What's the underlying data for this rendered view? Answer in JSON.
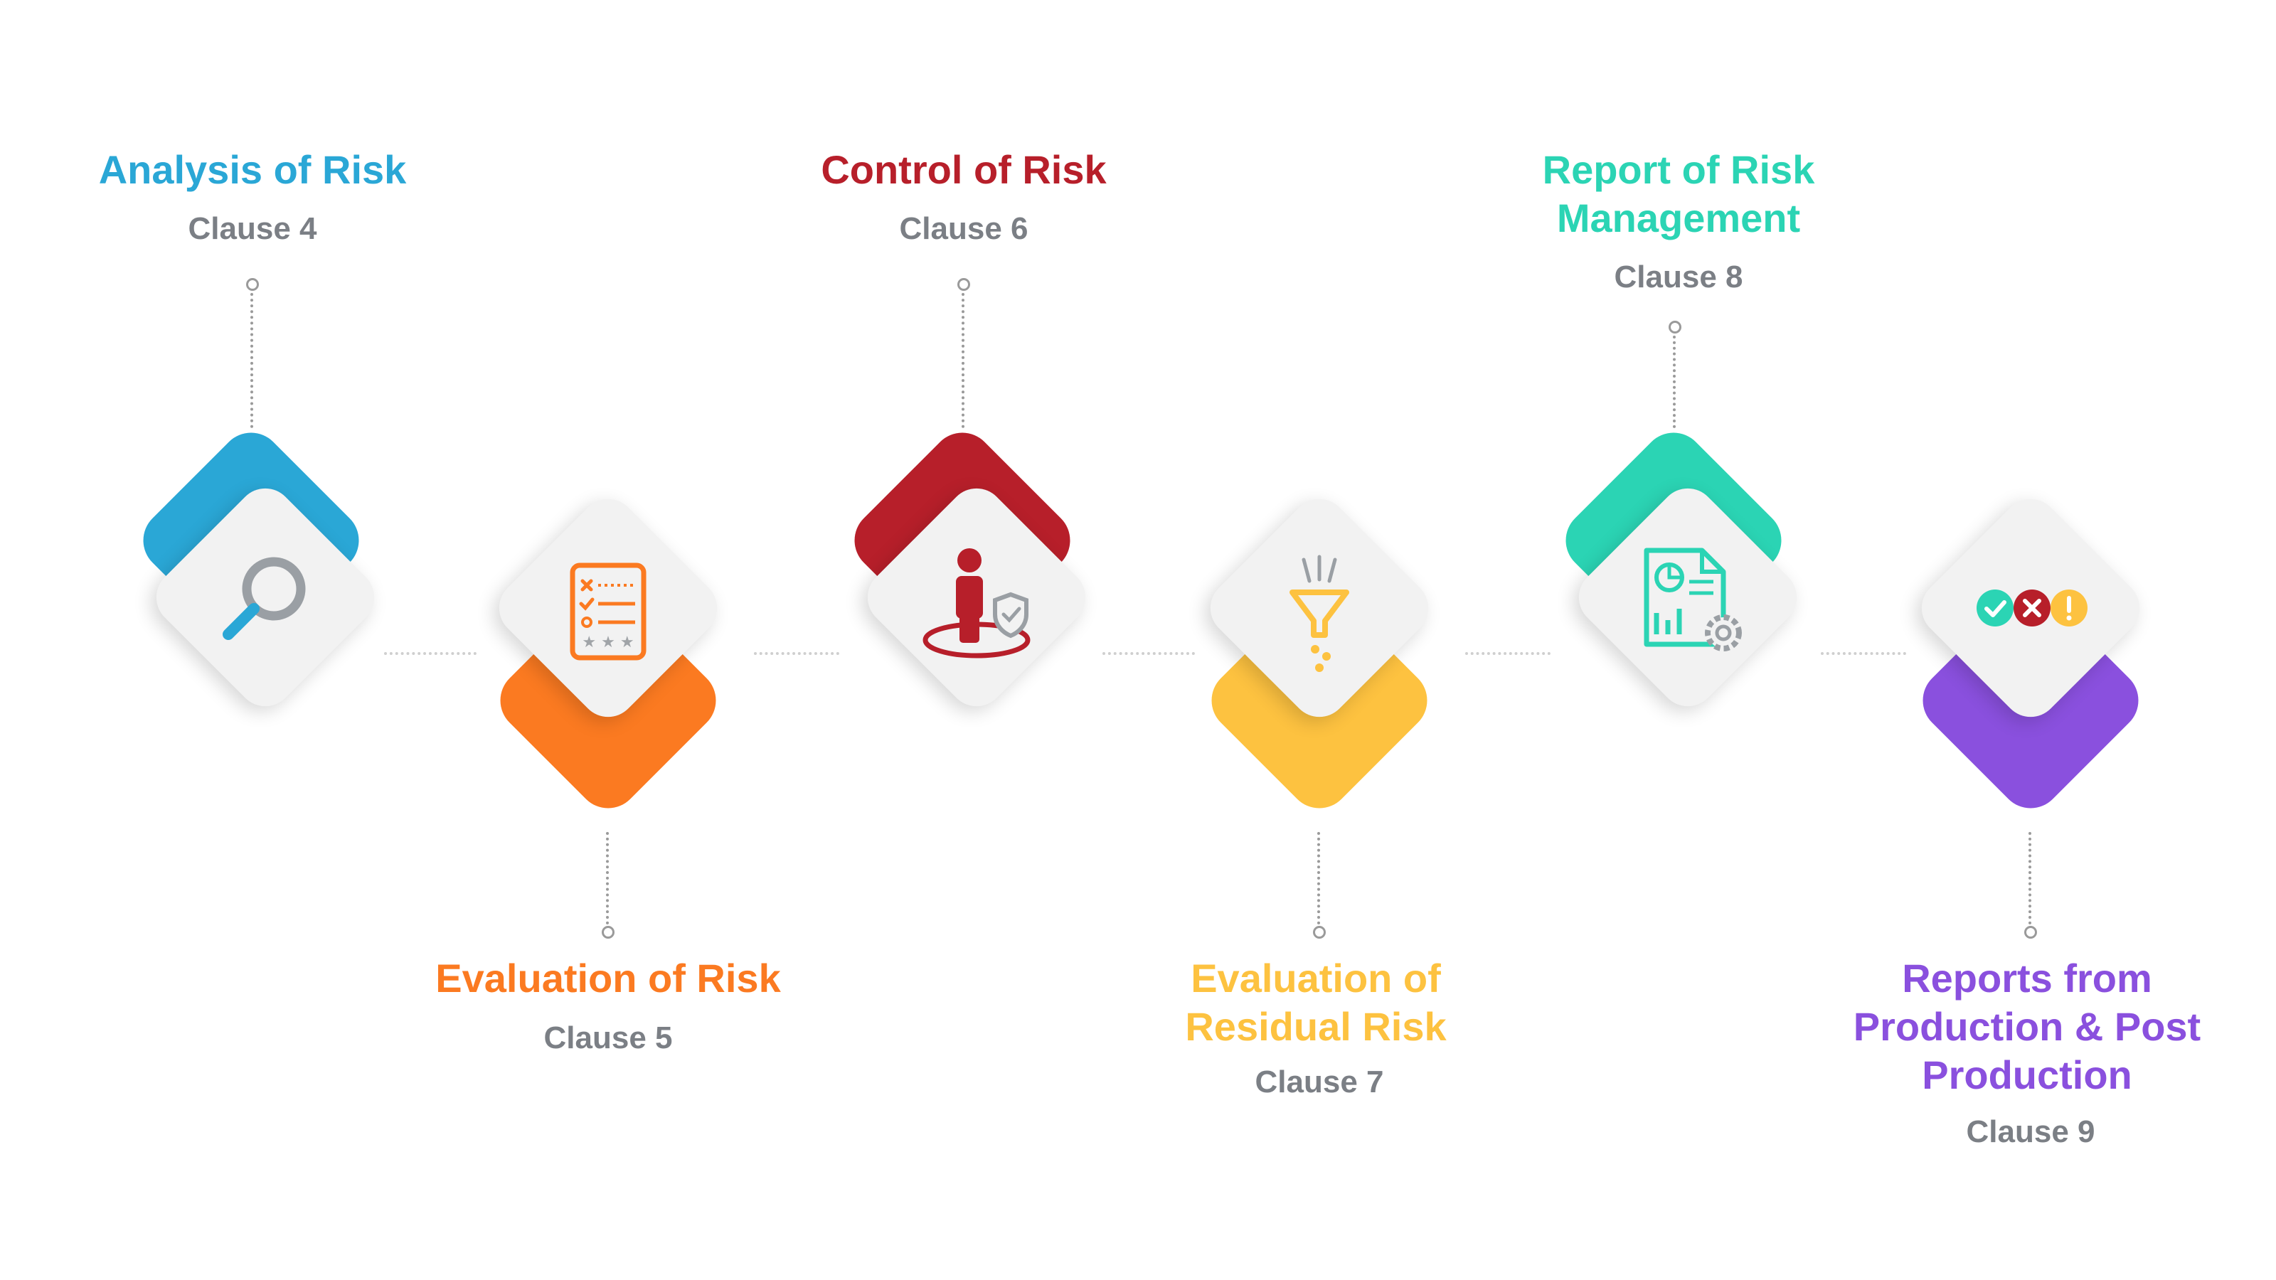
{
  "steps": [
    {
      "title": "Analysis of Risk",
      "clause": "Clause 4",
      "color": "#2aa7d6",
      "icon": "magnifier-icon"
    },
    {
      "title": "Evaluation of Risk",
      "clause": "Clause 5",
      "color": "#fb7a21",
      "icon": "checklist-icon"
    },
    {
      "title": "Control of Risk",
      "clause": "Clause 6",
      "color": "#b71f2a",
      "icon": "person-shield-icon"
    },
    {
      "title": "Evaluation of Residual Risk",
      "clause": "Clause 7",
      "color": "#fdc240",
      "icon": "funnel-icon"
    },
    {
      "title": "Report of Risk Management",
      "clause": "Clause 8",
      "color": "#2bd4b4",
      "icon": "report-gear-icon"
    },
    {
      "title": "Reports from Production & Post Production",
      "clause": "Clause 9",
      "color": "#8a50de",
      "icon": "status-icons"
    }
  ]
}
